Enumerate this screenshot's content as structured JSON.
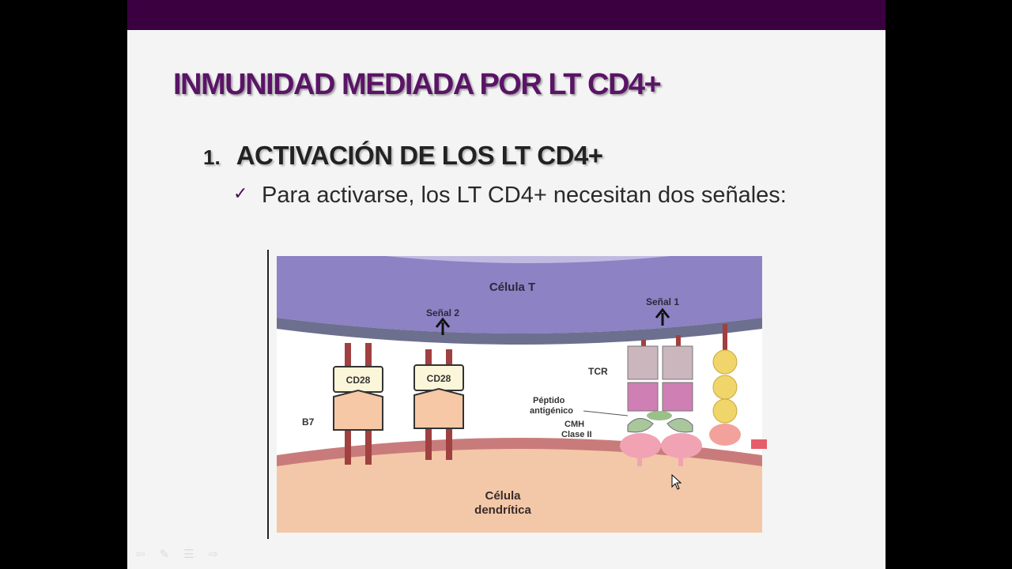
{
  "slide": {
    "title": "INMUNIDAD MEDIADA POR LT CD4+",
    "section_number": "1.",
    "section_title": "ACTIVACIÓN DE LOS LT CD4+",
    "bullet_text": "Para activarse, los LT CD4+ necesitan dos señales:",
    "figure_labels": {
      "t_cell": "Célula T",
      "signal2": "Señal 2",
      "signal1": "Señal 1",
      "cd28_left": "CD28",
      "cd28_right": "CD28",
      "b7": "B7",
      "tcr": "TCR",
      "peptide_line1": "Péptido",
      "peptide_line2": "antigénico",
      "mhc_line1": "CMH",
      "mhc_line2": "Clase II",
      "dendritic_line1": "Célula",
      "dendritic_line2": "dendrítica"
    }
  },
  "colors": {
    "top_bar": "#3b0040",
    "title": "#5a1466",
    "t_cell": "#8c82c4",
    "dendritic_cell": "#f2c8a8",
    "tcr_upper": "#cbb6bd",
    "tcr_lower": "#cf7fb3",
    "mhc": "#a9c79b",
    "cd4_beads": "#f0d56a"
  },
  "nav_icons": [
    "arrow-left-icon",
    "pen-icon",
    "menu-icon",
    "arrow-right-icon"
  ]
}
